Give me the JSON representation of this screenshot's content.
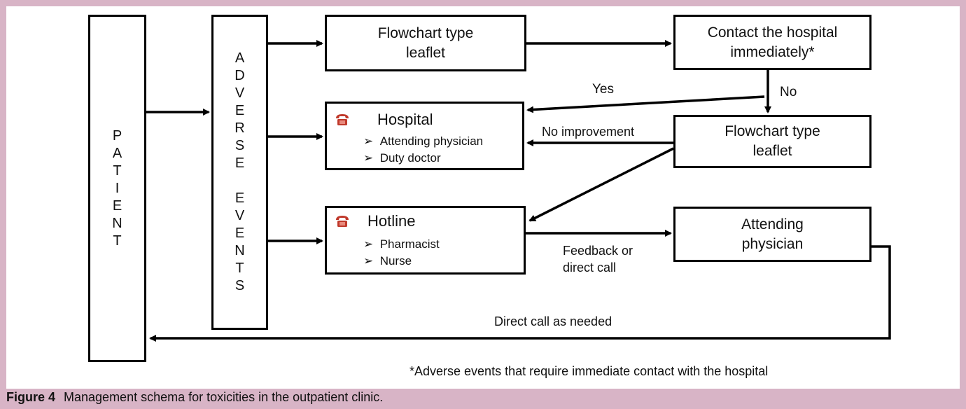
{
  "patient_letters": "P\nA\nT\nI\nE\nN\nT",
  "adverse_letters": "A\nD\nV\nE\nR\nS\nE\n\nE\nV\nE\nN\nT\nS",
  "boxes": {
    "leaflet_top": "Flowchart type\nleaflet",
    "contact": "Contact the hospital\nimmediately*",
    "leaflet_mid": "Flowchart type\nleaflet",
    "attending": "Attending\nphysician"
  },
  "hospital": {
    "title": "Hospital",
    "items": [
      "Attending physician",
      "Duty doctor"
    ]
  },
  "hotline": {
    "title": "Hotline",
    "items": [
      "Pharmacist",
      "Nurse"
    ]
  },
  "bullet_glyph": "➢",
  "labels": {
    "yes": "Yes",
    "no": "No",
    "no_improvement": "No improvement",
    "feedback": "Feedback or\ndirect call",
    "direct_call": "Direct call as needed"
  },
  "footnote": "*Adverse events that require immediate contact with the hospital",
  "caption": {
    "label": "Figure 4",
    "text": "Management schema for toxicities in the outpatient clinic."
  },
  "colors": {
    "frame": "#d8b4c6",
    "phone_icon": "#c0392b"
  },
  "icons": {
    "phone": "telephone-icon"
  }
}
